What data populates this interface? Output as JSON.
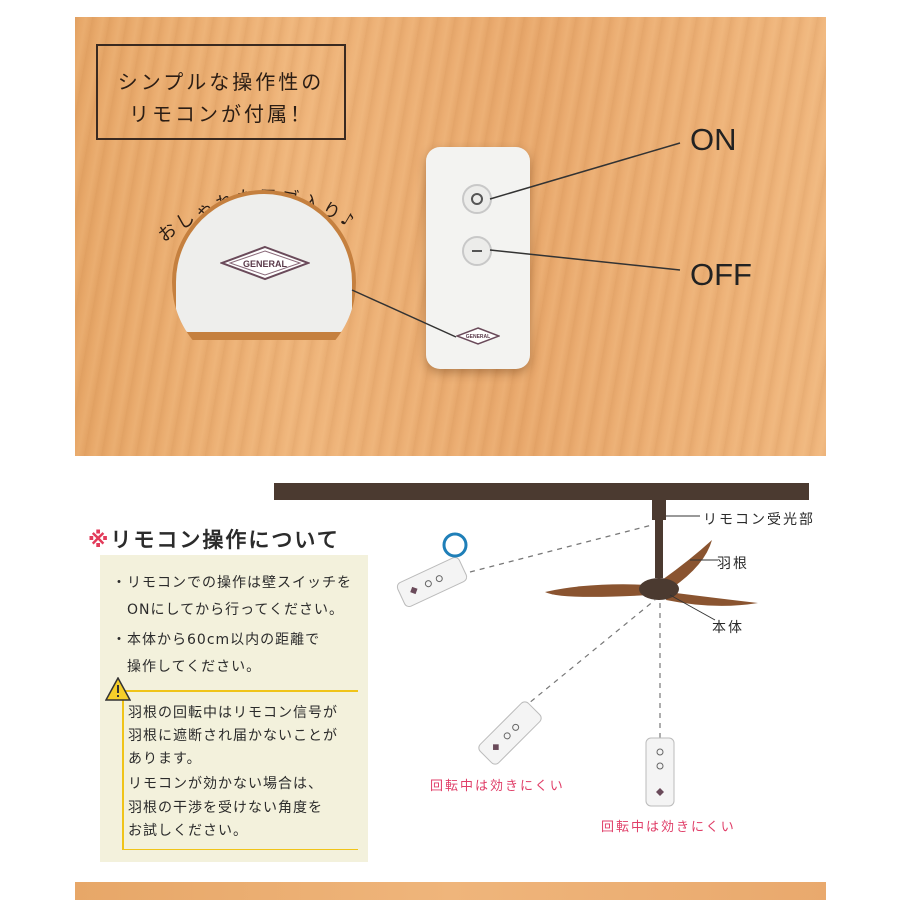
{
  "top_panel": {
    "headline_line1": "シンプルな操作性の",
    "headline_line2": "リモコンが付属！",
    "arc_caption": "おしゃれなロゴ入り♪",
    "logo_text": "GENERAL",
    "on_label": "ON",
    "off_label": "OFF"
  },
  "remote_section": {
    "heading_mark": "※",
    "heading": "リモコン操作について",
    "notes": [
      "・リモコンでの操作は壁スイッチを",
      "ONにしてから行ってください。",
      "・本体から60cm以内の距離で",
      "操作してください。"
    ],
    "warning_lines": [
      "羽根の回転中はリモコン信号が",
      "羽根に遮断され届かないことが",
      "あります。",
      "リモコンが効かない場合は、",
      "羽根の干渉を受けない角度を",
      "お試しください。"
    ]
  },
  "diagram": {
    "receiver_label": "リモコン受光部",
    "blade_label": "羽根",
    "body_label": "本体",
    "ok_mark": "○",
    "hard_to_work_1": "回転中は効きにくい",
    "hard_to_work_2": "回転中は効きにくい"
  },
  "colors": {
    "wood": "#efb57b",
    "accent_pink": "#e03e68",
    "ok_blue": "#1f7fb8",
    "warning_yellow": "#f0c419",
    "note_bg": "#f3f1dc"
  }
}
